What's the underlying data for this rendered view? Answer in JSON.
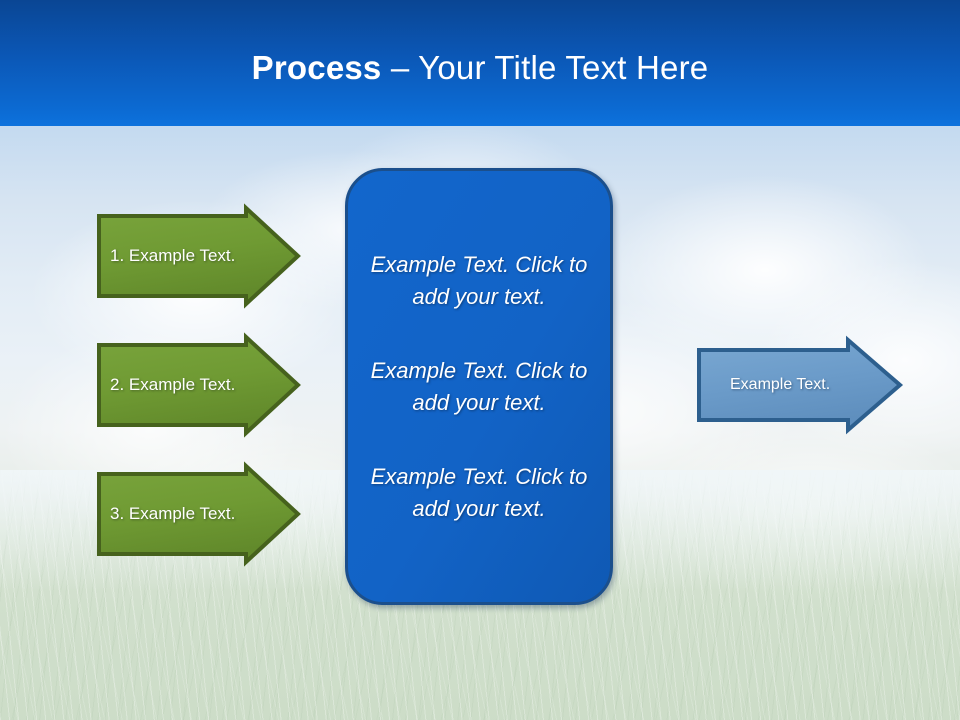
{
  "slide": {
    "title": {
      "bold_part": "Process",
      "rest_part": " – Your Title Text Here"
    },
    "theme": {
      "header_dark": "#0a4694",
      "header_light": "#0d72dd",
      "green_fill": "#6f9a33",
      "green_border": "#46621d",
      "blue_box_fill": "#1266cc",
      "blue_box_border": "#1b4f8c",
      "light_blue_fill": "#6b9bc9",
      "light_blue_border": "#2d5f8e",
      "grass": "#dde5dc"
    },
    "input_arrows": [
      {
        "label": "1. Example Text."
      },
      {
        "label": "2. Example Text."
      },
      {
        "label": "3. Example Text."
      }
    ],
    "process_box": {
      "paragraphs": [
        "Example Text. Click  to add your text.",
        "Example Text. Click  to add your text.",
        "Example Text. Click  to add your text."
      ]
    },
    "output_arrow": {
      "label": "Example Text."
    }
  }
}
